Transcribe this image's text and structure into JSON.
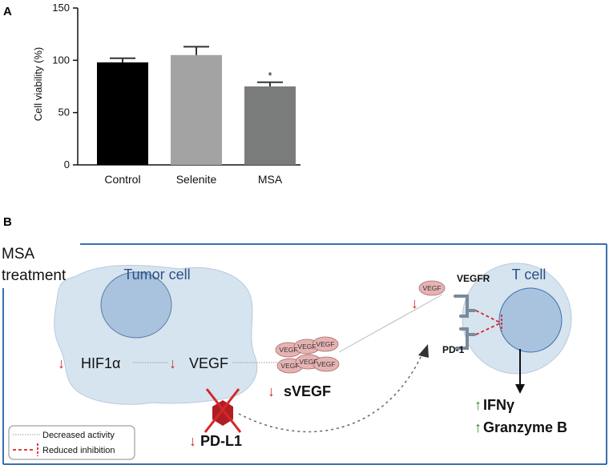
{
  "panel_a": {
    "letter": "A",
    "chart_data": {
      "type": "bar",
      "categories": [
        "Control",
        "Selenite",
        "MSA"
      ],
      "values": [
        98,
        105,
        75
      ],
      "errors": [
        4,
        8,
        4
      ],
      "significance": [
        "",
        "",
        "*"
      ],
      "bar_colors": [
        "#000000",
        "#a3a3a3",
        "#7a7c7b"
      ],
      "ylabel": "Cell viability (%)",
      "ylim": [
        0,
        150
      ],
      "yticks": [
        0,
        50,
        100,
        150
      ],
      "grid": false
    }
  },
  "panel_b": {
    "letter": "B",
    "treatment_line1": "MSA",
    "treatment_line2": "treatment",
    "tumor_cell_title": "Tumor cell",
    "hif1a": "HIF1α",
    "vegf": "VEGF",
    "svegf": "sVEGF",
    "pdl1": "PD-L1",
    "t_cell_title": "T cell",
    "vegfr": "VEGFR",
    "pd1": "PD-1",
    "vegf_small": "VEGF",
    "ifng": "IFNγ",
    "granzyme": "Granzyme B",
    "down_arrow": "↓",
    "up_arrow": "↑",
    "legend_decreased": "Decreased activity",
    "legend_reduced": "Reduced inhibition",
    "colors": {
      "red": "#d62728",
      "green": "#2e8b2e",
      "cell_fill": "#d6e4f0",
      "nucleus_fill": "#a9c3de",
      "frame_blue": "#3a6fb0",
      "vegf_fill": "#e6b3b3"
    }
  }
}
